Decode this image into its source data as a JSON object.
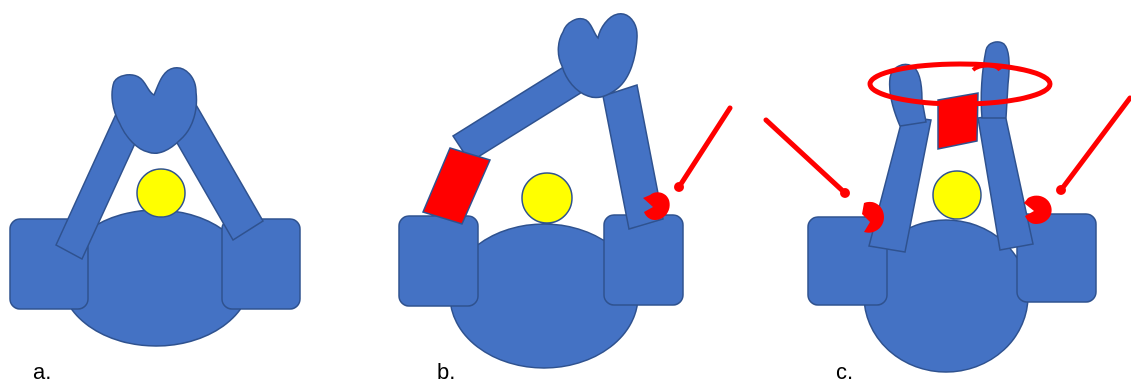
{
  "panels": [
    {
      "label": "a."
    },
    {
      "label": "b."
    },
    {
      "label": "c."
    }
  ],
  "colors": {
    "body_blue": "#4472c4",
    "outline_blue": "#2f528f",
    "head_yellow": "#ffff00",
    "highlight_red": "#ff0000"
  },
  "icons": {
    "head": "yellow-circle",
    "body": "blue-ellipse",
    "hands": "two-lobed-gripper",
    "joint_actuation": "red-arrow-with-arc"
  }
}
